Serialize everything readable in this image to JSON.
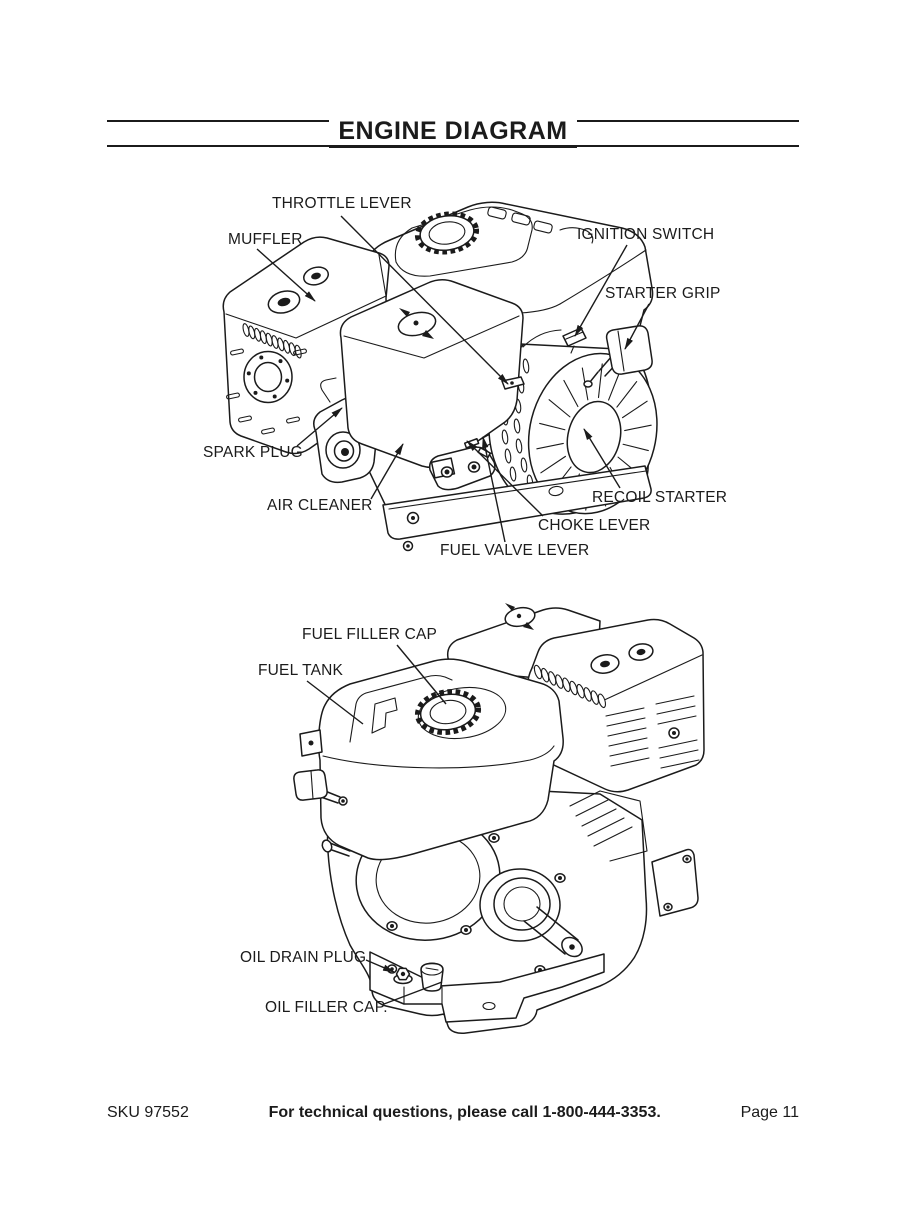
{
  "colors": {
    "ink": "#1b1b1b",
    "paper": "#ffffff"
  },
  "header": {
    "title": "ENGINE DIAGRAM"
  },
  "diagram_top": {
    "description": "engine front-right view",
    "labels": {
      "throttle_lever": "THROTTLE LEVER",
      "muffler": "MUFFLER",
      "ignition_switch": "IGNITION SWITCH",
      "starter_grip": "STARTER GRIP",
      "spark_plug": "SPARK PLUG",
      "air_cleaner": "AIR CLEANER",
      "recoil_starter": "RECOIL STARTER",
      "choke_lever": "CHOKE LEVER",
      "fuel_valve_lever": "FUEL VALVE LEVER"
    }
  },
  "diagram_bottom": {
    "description": "engine rear-left view",
    "labels": {
      "fuel_filler_cap": "FUEL FILLER CAP",
      "fuel_tank": "FUEL TANK",
      "oil_drain_plug": "OIL DRAIN PLUG",
      "oil_filler_cap": "OIL FILLER CAP."
    }
  },
  "footer": {
    "sku": "SKU 97552",
    "support_text": "For technical questions, please call 1-800-444-3353.",
    "page_number": "Page 11"
  }
}
